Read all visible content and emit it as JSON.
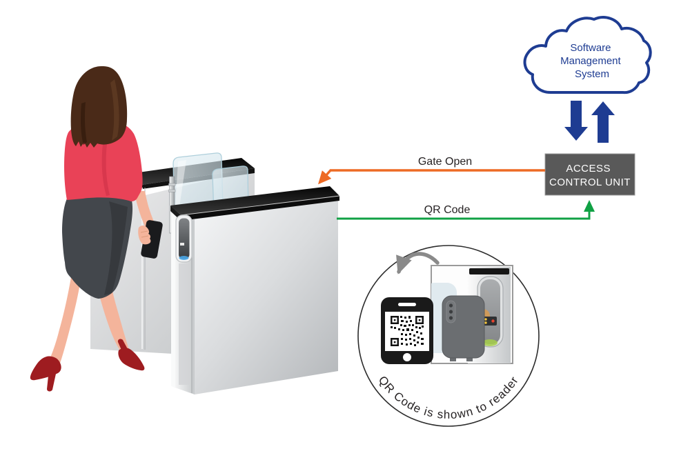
{
  "diagram": {
    "cloud": {
      "lines": [
        "Software",
        "Management",
        "System"
      ],
      "outline_color": "#1e3c92",
      "text_color": "#1e3c92"
    },
    "sync_arrows": {
      "color": "#1e3c92"
    },
    "acu": {
      "lines": [
        "ACCESS",
        "CONTROL UNIT"
      ],
      "bg_color": "#595959",
      "text_color": "#ffffff"
    },
    "signals": {
      "gate_open": {
        "label": "Gate Open",
        "line_color": "#ed6a24",
        "label_color": "#231f20"
      },
      "qr_code": {
        "label": "QR Code",
        "line_color": "#10a144",
        "label_color": "#231f20"
      }
    },
    "inset": {
      "caption": "QR Code is shown to reader",
      "caption_color": "#231f20",
      "ring_color": "#2b2b2b"
    }
  }
}
